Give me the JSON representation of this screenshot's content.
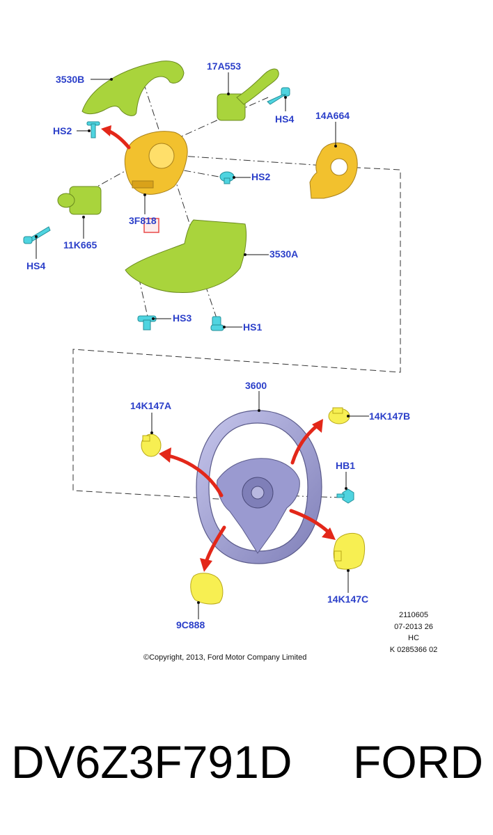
{
  "labels": {
    "shroud_upper": "3530B",
    "wiper_switch": "17A553",
    "screw_hs4_top": "HS4",
    "screw_hs2_left": "HS2",
    "clockspring": "14A664",
    "screw_hs2_mid": "HS2",
    "light_switch": "11K665",
    "screw_hs4_bottom": "HS4",
    "switch_housing": "3F818",
    "shroud_lower": "3530A",
    "screw_hs3": "HS3",
    "screw_hs1": "HS1",
    "steering_wheel": "3600",
    "switch_a": "14K147A",
    "switch_b": "14K147B",
    "bolt_hb1": "HB1",
    "horn_9c888": "9C888",
    "switch_c": "14K147C"
  },
  "ref_block": [
    "2110605",
    "07-2013 26",
    "HC",
    "K 0285366 02"
  ],
  "copyright": "©Copyright, 2013, Ford Motor Company Limited",
  "footer": {
    "part_number": "DV6Z3F791D",
    "brand": "FORD"
  },
  "colors": {
    "label": "#2b3fc9",
    "arrow": "#e32719",
    "yellow_part": "#f2c12e",
    "green_part": "#a9d43c",
    "cyan_fastener": "#4fd4e0",
    "wheel": "#a8a8d8",
    "highlight_box": "#e84a4a"
  }
}
